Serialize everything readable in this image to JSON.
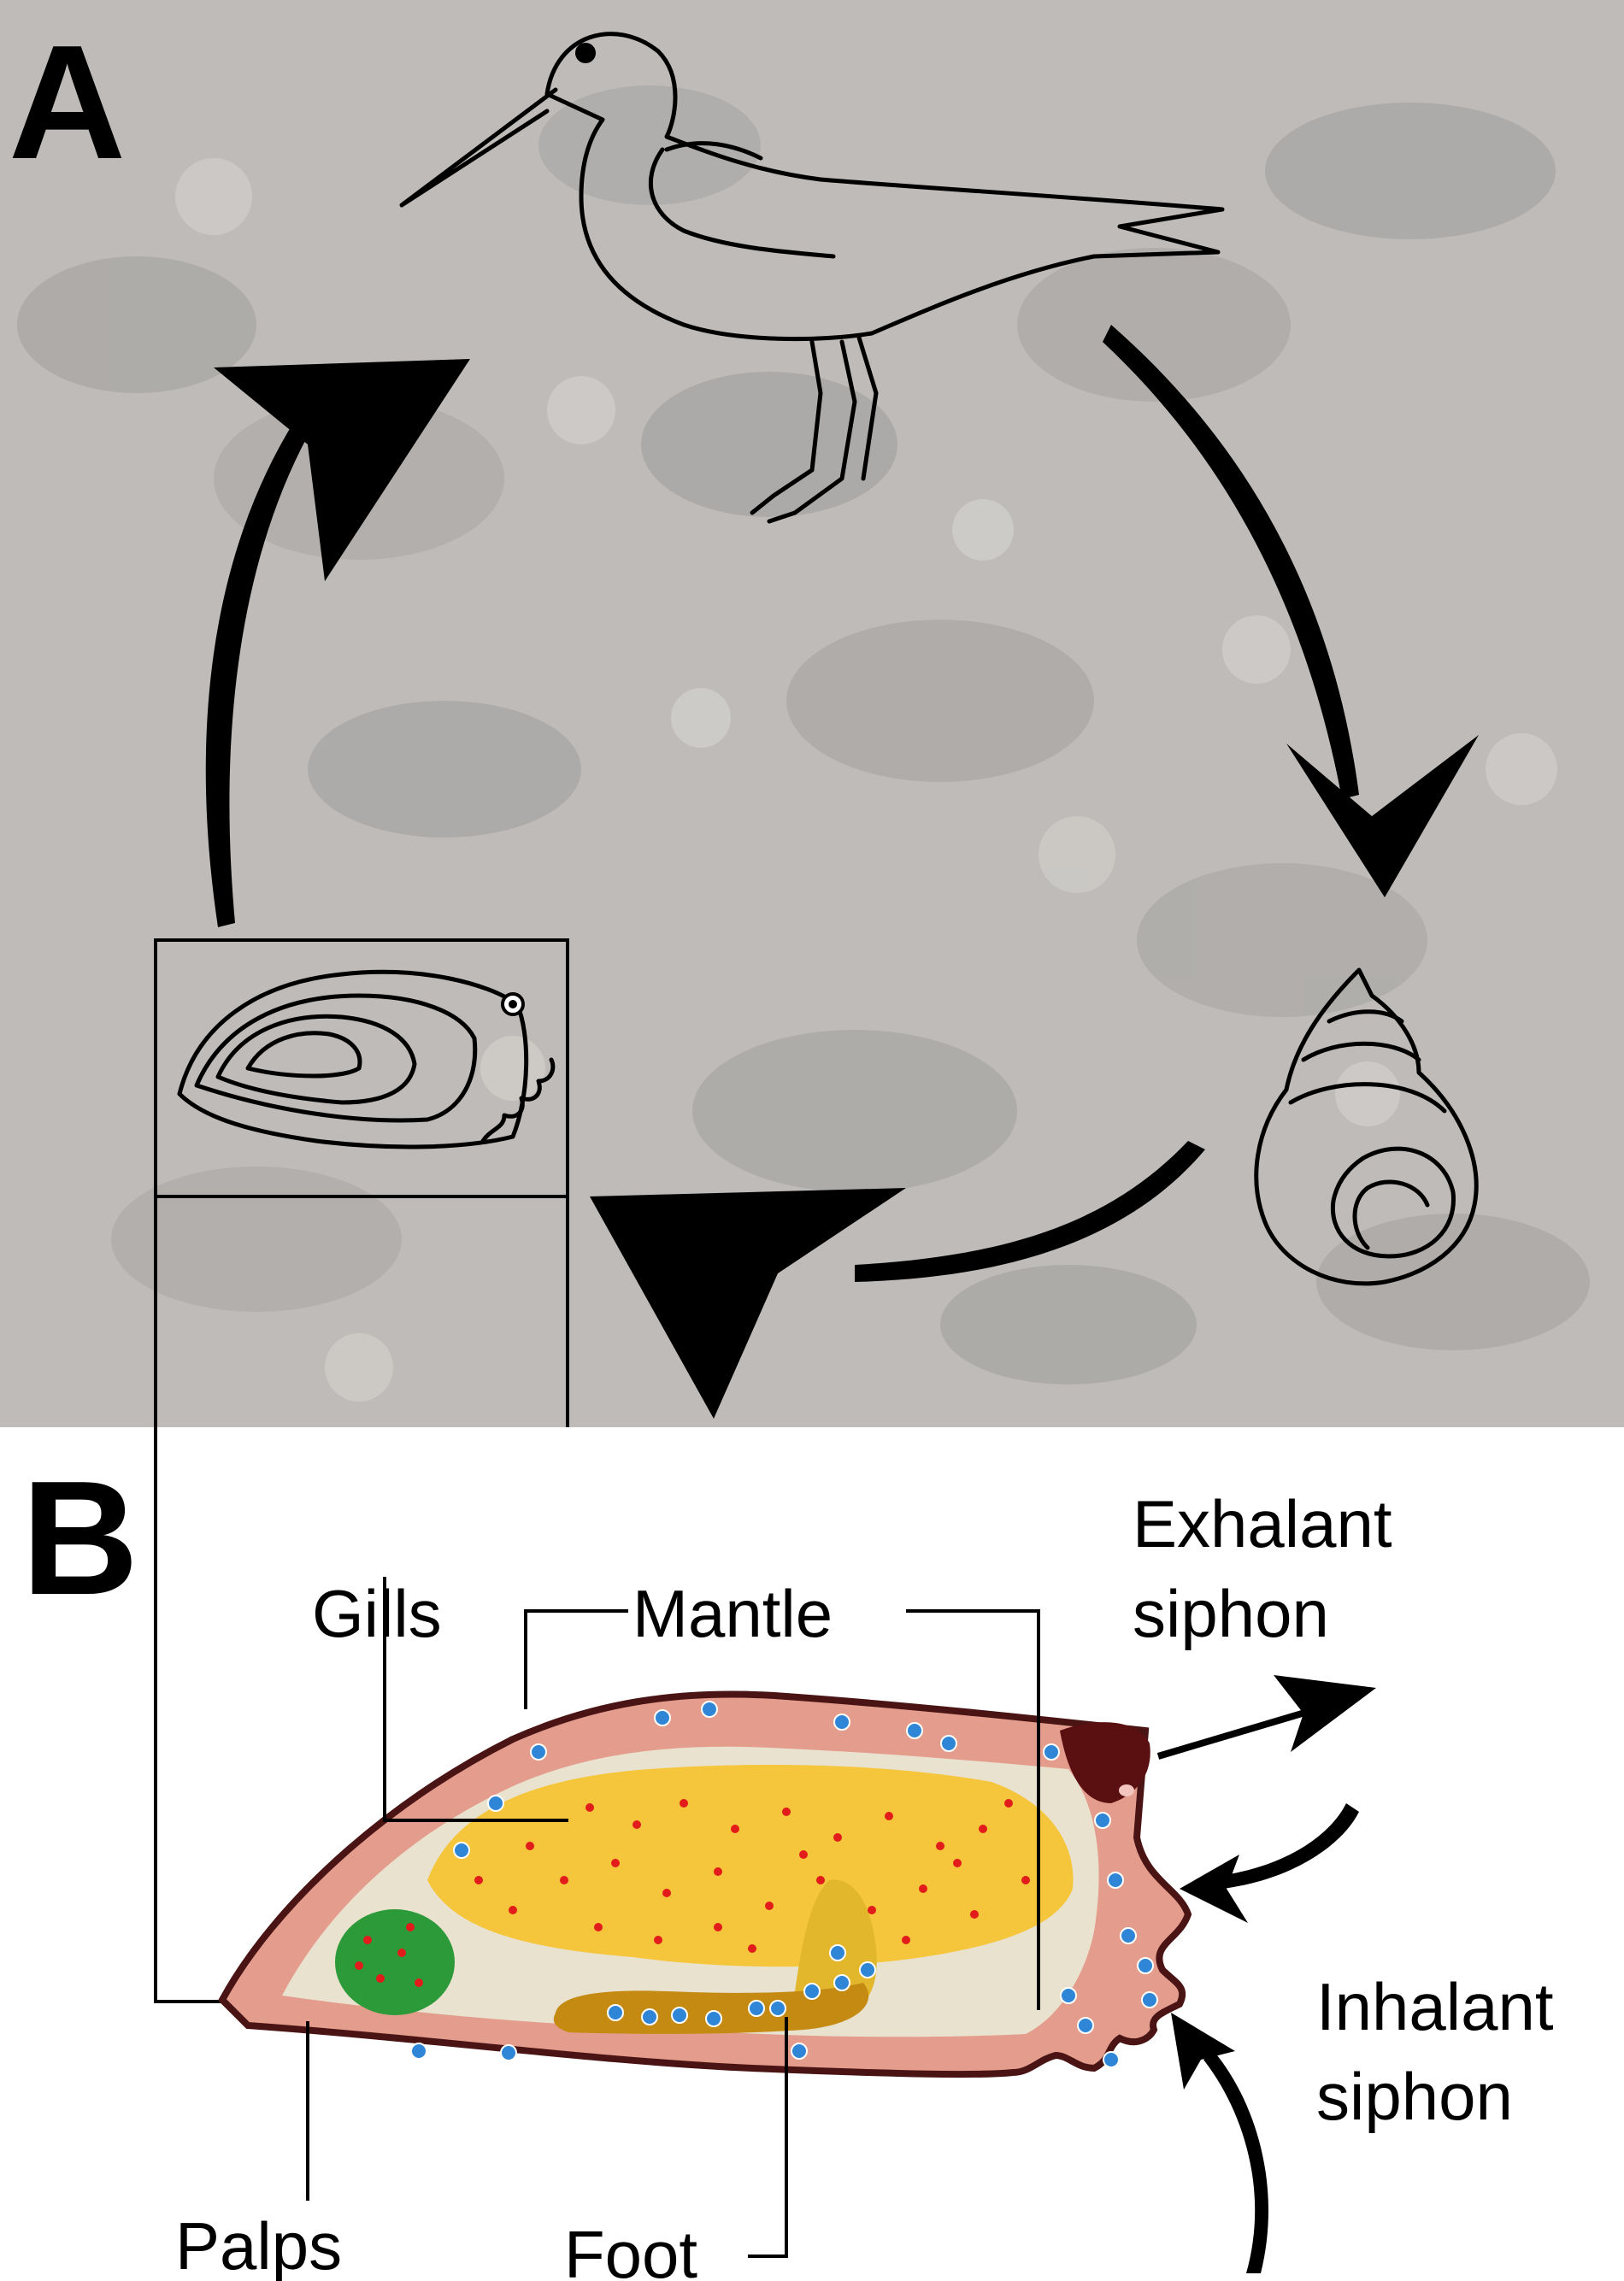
{
  "panels": {
    "a": {
      "letter": "A"
    },
    "b": {
      "letter": "B"
    }
  },
  "labels": {
    "gills": "Gills",
    "mantle": "Mantle",
    "exhalant_line1": "Exhalant",
    "exhalant_line2": "siphon",
    "inhalant_line1": "Inhalant",
    "inhalant_line2": "siphon",
    "palps": "Palps",
    "foot": "Foot"
  },
  "colors": {
    "photo_background": "#8f8b86",
    "mantle": "#e49c8c",
    "mantle_border": "#4a1414",
    "cavity": "#e9e2cf",
    "gills": "#f5c63c",
    "palps": "#2d9a3a",
    "foot": "#c48a12",
    "parasite_red": "#e21b1b",
    "parasite_blue": "#2f86d6",
    "siphon_tip": "#5a1010"
  }
}
